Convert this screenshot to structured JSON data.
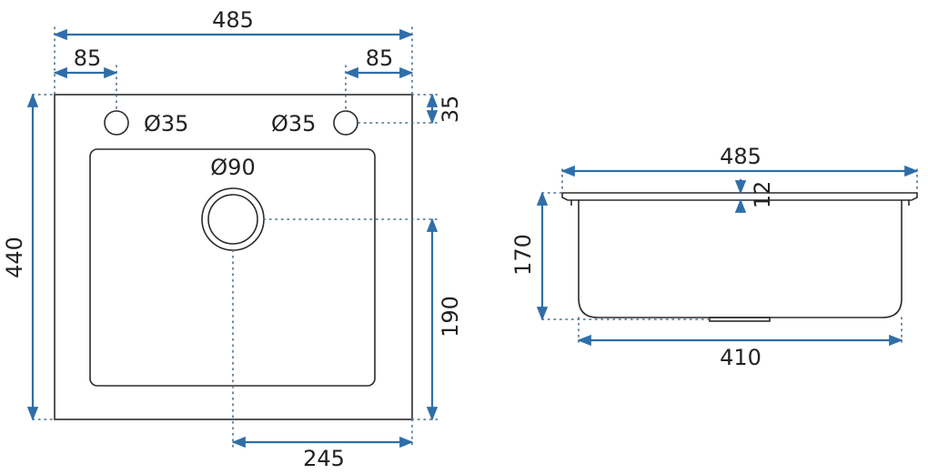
{
  "colors": {
    "dimension_line": "#2f6ea8",
    "outline": "#2b2b2b",
    "dotted_guide": "#4a6f8f",
    "text": "#222222"
  },
  "top_view": {
    "overall_width": "485",
    "left_hole_offset": "85",
    "right_hole_offset": "85",
    "hole_top_offset": "35",
    "left_hole_diameter": "Ø35",
    "right_hole_diameter": "Ø35",
    "drain_diameter": "Ø90",
    "overall_height": "440",
    "drain_to_bottom": "190",
    "drain_to_right": "245"
  },
  "side_view": {
    "overall_width": "485",
    "rim_thickness": "12",
    "depth": "170",
    "bowl_width": "410"
  }
}
